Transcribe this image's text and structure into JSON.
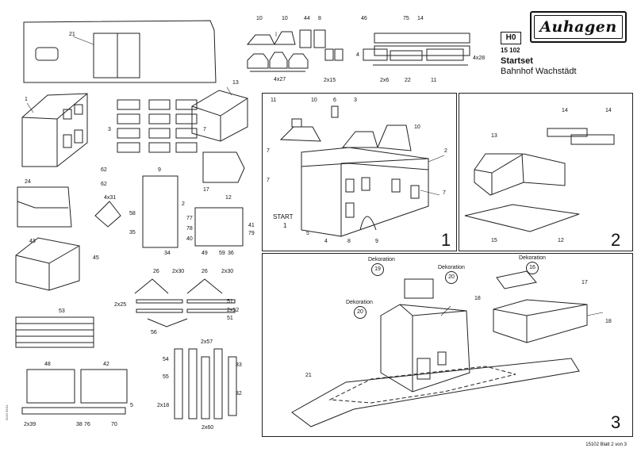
{
  "header": {
    "brand": "Auhagen",
    "scale": "H0",
    "article_number": "15 102",
    "title": "Startset",
    "subtitle": "Bahnhof Wachstädt"
  },
  "footer": {
    "sheet": "15102 Blatt 2 von 3",
    "code": "6020 06/11"
  },
  "parts": {
    "p21": "21",
    "p10a": "10",
    "p10b": "10",
    "p44": "44",
    "p8": "8",
    "x4x27": "4x27",
    "x2x15": "2x15",
    "p46": "46",
    "p75": "75",
    "p14": "14",
    "p4": "4",
    "x4x28": "4x28",
    "x2x6": "2x6",
    "p22": "22",
    "p11": "11",
    "p1": "1",
    "p3": "3",
    "p7": "7",
    "p9": "9",
    "p13": "13",
    "p62a": "62",
    "p62b": "62",
    "p24": "24",
    "x4x31": "4x31",
    "p58": "58",
    "p2": "2",
    "p35": "35",
    "p34": "34",
    "p17": "17",
    "p12": "12",
    "p77": "77",
    "p41": "41",
    "p78": "78",
    "p79": "79",
    "p40": "40",
    "p49": "49",
    "p59": "59",
    "p36": "36",
    "p43": "43",
    "p45": "45",
    "p26a": "26",
    "x2x30a": "2x30",
    "p26b": "26",
    "x2x30b": "2x30",
    "x2x25": "2x25",
    "p51a": "51",
    "x2x52": "2x52",
    "p51b": "51",
    "p56": "56",
    "p53": "53",
    "x2x57": "2x57",
    "p54": "54",
    "p33": "33",
    "p55": "55",
    "p32": "32",
    "x2x18": "2x18",
    "x2x60": "2x60",
    "p48": "48",
    "p42": "42",
    "p5": "5",
    "x2x39": "2x39",
    "p38": "38",
    "p76": "76",
    "p70": "70"
  },
  "step1": {
    "number": "1",
    "start": "START",
    "start_num": "1",
    "l11": "11",
    "l10a": "10",
    "l6": "6",
    "l3": "3",
    "l10b": "10",
    "l7a": "7",
    "l2": "2",
    "l7b": "7",
    "l7c": "7",
    "l5": "5",
    "l4": "4",
    "l8": "8",
    "l9": "9"
  },
  "step2": {
    "number": "2",
    "l14a": "14",
    "l14b": "14",
    "l13": "13",
    "l15": "15",
    "l12": "12"
  },
  "step3": {
    "number": "3",
    "deko": "Dekoration",
    "c19": "19",
    "c20a": "20",
    "c20b": "20",
    "c16": "16",
    "l18a": "18",
    "l17": "17",
    "l18b": "18",
    "l21": "21"
  }
}
